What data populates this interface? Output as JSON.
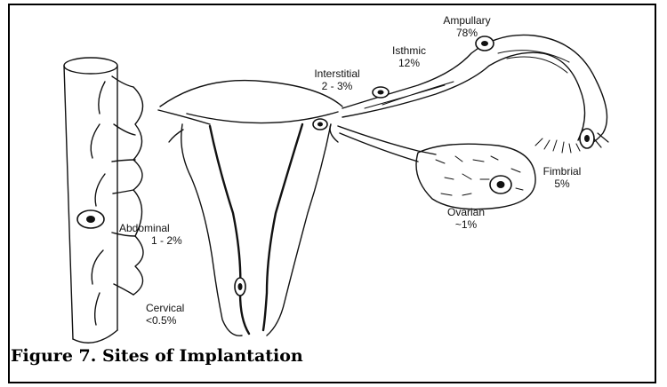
{
  "figure": {
    "caption": "Figure 7.  Sites of Implantation"
  },
  "sites": {
    "ampullary": {
      "name": "Ampullary",
      "rate": "78%"
    },
    "isthmic": {
      "name": "Isthmic",
      "rate": "12%"
    },
    "interstitial": {
      "name": "Interstitial",
      "rate": "2 - 3%"
    },
    "fimbrial": {
      "name": "Fimbrial",
      "rate": "5%"
    },
    "ovarian": {
      "name": "Ovarian",
      "rate": "~1%"
    },
    "abdominal": {
      "name": "Abdominal",
      "rate": "1 - 2%"
    },
    "cervical": {
      "name": "Cervical",
      "rate": "<0.5%"
    }
  },
  "colors": {
    "ink": "#111111",
    "background": "#ffffff"
  }
}
